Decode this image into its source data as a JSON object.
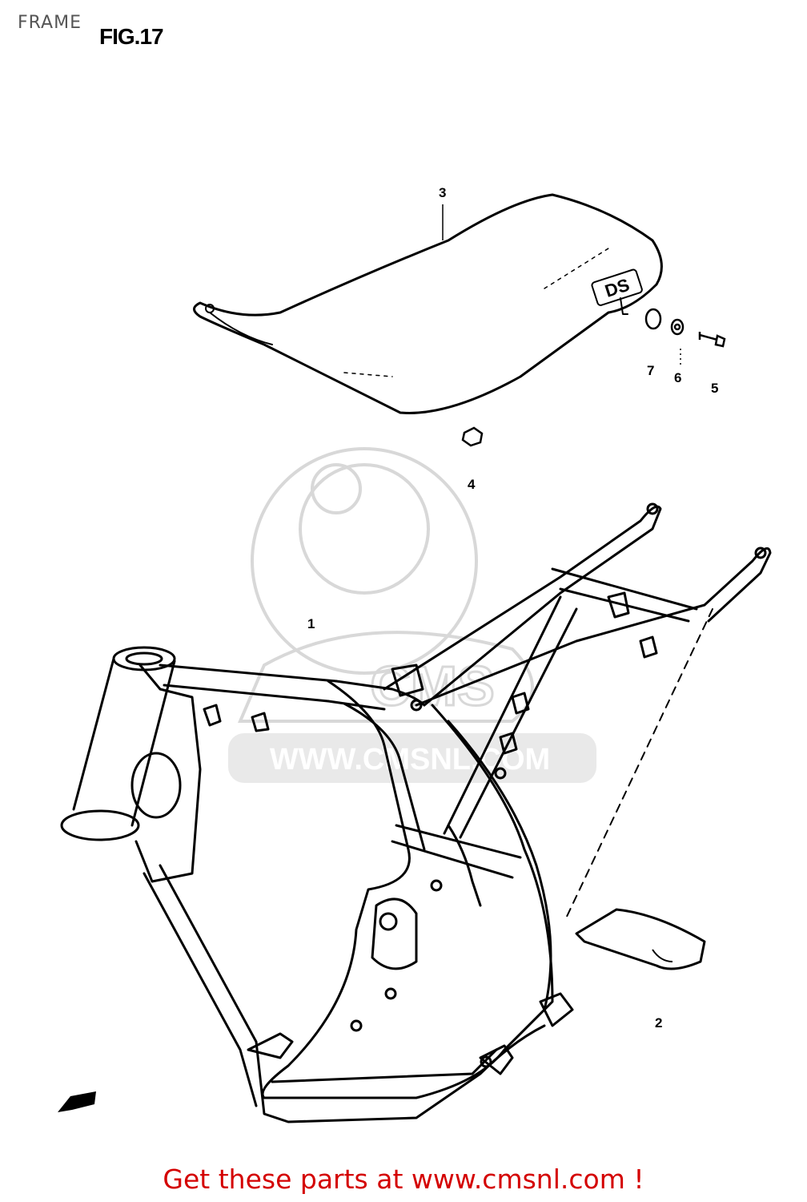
{
  "header": {
    "page_label": "FRAME",
    "figure_title": "FIG.17"
  },
  "parts": {
    "callouts": [
      "1",
      "2",
      "3",
      "4",
      "5",
      "6",
      "7"
    ],
    "seat_badge": "DS"
  },
  "watermark": {
    "text": "WWW.CMSNL.COM",
    "logo_text": "CMS"
  },
  "footer": {
    "link_text": "Get these parts at www.cmsnl.com !"
  },
  "colors": {
    "footer_red": "#d40000",
    "line_art": "#000000",
    "watermark_gray": "#d8d8d8"
  }
}
